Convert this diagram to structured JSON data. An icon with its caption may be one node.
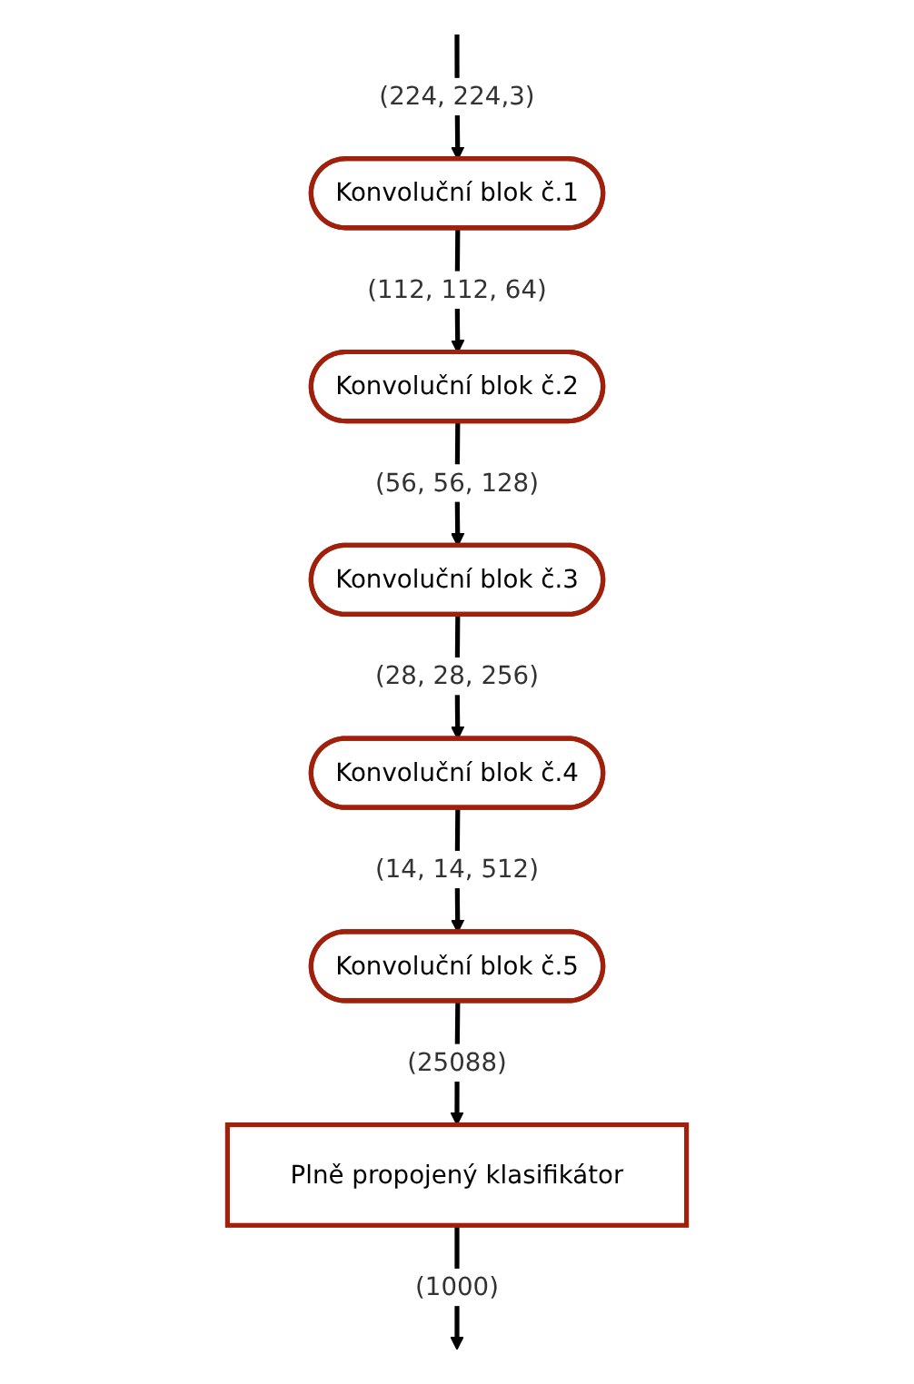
{
  "diagram": {
    "nodes": [
      {
        "text": [
          "Konvoluční blok č.1"
        ]
      },
      {
        "text": [
          "Konvoluční blok č.2"
        ]
      },
      {
        "text": [
          "Konvoluční blok č.3"
        ]
      },
      {
        "text": [
          "Konvoluční blok č.4"
        ]
      },
      {
        "text": [
          "Konvoluční blok č.5"
        ]
      },
      {
        "text": [
          "Plně propojený klasifikátor"
        ]
      }
    ],
    "edges": [
      {
        "from": null,
        "to": 0,
        "arrow": "to",
        "label": "(224, 224,3)"
      },
      {
        "from": 0,
        "to": 1,
        "arrow": "to",
        "label": "(112, 112, 64)"
      },
      {
        "from": 1,
        "to": 2,
        "arrow": "to",
        "label": "(56, 56, 128)"
      },
      {
        "from": 2,
        "to": 3,
        "arrow": "to",
        "label": "(28, 28, 256)"
      },
      {
        "from": 3,
        "to": 4,
        "arrow": "to",
        "label": "(14, 14, 512)"
      },
      {
        "from": 4,
        "to": 5,
        "arrow": "to",
        "label": "(25088)"
      },
      {
        "from": 5,
        "to": null,
        "arrow": "to",
        "label": "(1000)"
      }
    ]
  }
}
